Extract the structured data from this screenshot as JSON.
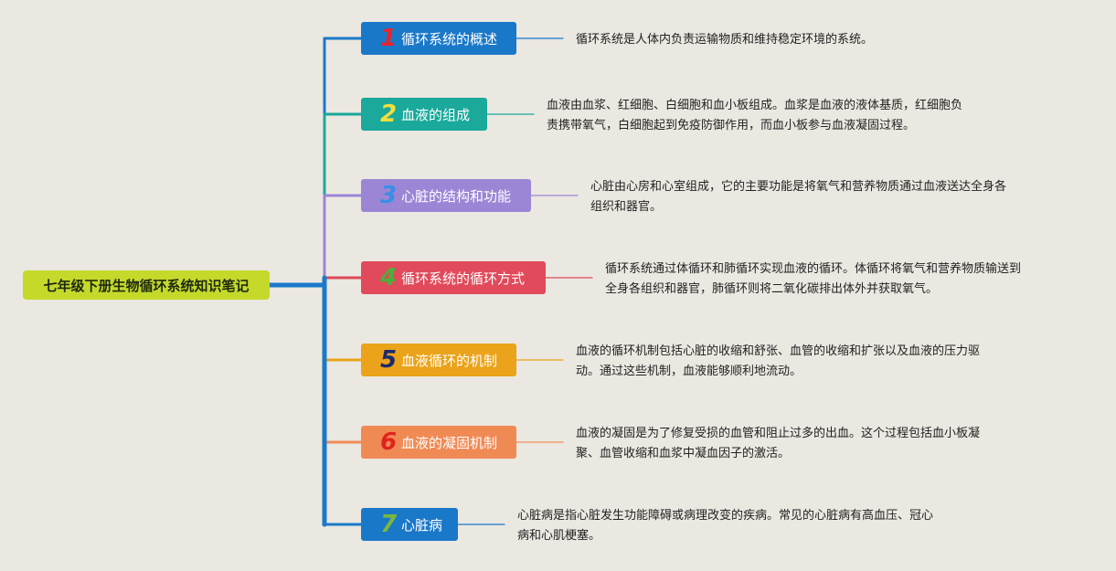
{
  "root": {
    "title": "七年级下册生物循环系统知识笔记"
  },
  "branches": [
    {
      "num": "1",
      "title": "循环系统的概述",
      "color": "#1a78c9",
      "num_color": "#e8242c",
      "lines": [
        "循环系统是人体内负责运输物质和维持稳定环境的系统。"
      ]
    },
    {
      "num": "2",
      "title": "血液的组成",
      "color": "#1aa99b",
      "num_color": "#f2df3c",
      "lines": [
        "血液由血浆、红细胞、白细胞和血小板组成。血浆是血液的液体基质，红细胞负",
        "责携带氧气，白细胞起到免疫防御作用，而血小板参与血液凝固过程。"
      ]
    },
    {
      "num": "3",
      "title": "心脏的结构和功能",
      "color": "#9b86d6",
      "num_color": "#3a8ee6",
      "lines": [
        "心脏由心房和心室组成，它的主要功能是将氧气和营养物质通过血液送达全身各",
        "组织和器官。"
      ]
    },
    {
      "num": "4",
      "title": "循环系统的循环方式",
      "color": "#e04a5a",
      "num_color": "#4caf3a",
      "lines": [
        "循环系统通过体循环和肺循环实现血液的循环。体循环将氧气和营养物质输送到",
        "全身各组织和器官，肺循环则将二氧化碳排出体外并获取氧气。"
      ]
    },
    {
      "num": "5",
      "title": "血液循环的机制",
      "color": "#eaa31a",
      "num_color": "#1c2a6e",
      "lines": [
        "血液的循环机制包括心脏的收缩和舒张、血管的收缩和扩张以及血液的压力驱",
        "动。通过这些机制，血液能够顺利地流动。"
      ]
    },
    {
      "num": "6",
      "title": "血液的凝固机制",
      "color": "#f08a55",
      "num_color": "#e0231e",
      "lines": [
        "血液的凝固是为了修复受损的血管和阻止过多的出血。这个过程包括血小板凝",
        "聚、血管收缩和血浆中凝血因子的激活。"
      ]
    },
    {
      "num": "7",
      "title": "心脏病",
      "color": "#1a78c9",
      "num_color": "#7ab83a",
      "lines": [
        "心脏病是指心脏发生功能障碍或病理改变的疾病。常见的心脏病有高血压、冠心",
        "病和心肌梗塞。"
      ]
    }
  ]
}
